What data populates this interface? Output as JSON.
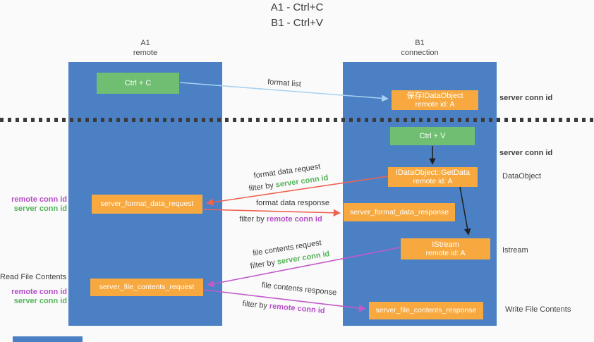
{
  "title": {
    "line1": "A1 - Ctrl+C",
    "line2": "B1 - Ctrl+V"
  },
  "columns": {
    "left": {
      "name": "A1",
      "role": "remote"
    },
    "right": {
      "name": "B1",
      "role": "connection"
    }
  },
  "nodes": {
    "ctrl_c": "Ctrl + C",
    "save_dataobject": "保存IDataObject",
    "save_dataobject_sub": "remote id: A",
    "ctrl_v": "Ctrl + V",
    "getdata": "IDataObject::GetData",
    "getdata_sub": "remote id: A",
    "format_request": "server_format_data_request",
    "format_response": "server_format_data_response",
    "istream": "IStream",
    "istream_sub": "remote id: A",
    "file_request": "server_file_contents_request",
    "file_response": "server_file_contents_response"
  },
  "labels": {
    "format_list": "format list",
    "filter_by": "filter by",
    "server_conn_id": "server conn id",
    "remote_conn_id": "remote conn id",
    "format_data_request": "format data request",
    "format_data_response": "format data response",
    "file_contents_request": "file contents request",
    "file_contents_response": "file contents response",
    "dataobject": "DataObject",
    "istream": "Istream",
    "read_file_contents": "Read File Contents",
    "write_file_contents": "Write File Contents"
  },
  "colors": {
    "column_blue": "#4b80c5",
    "box_green": "#6fbe72",
    "box_orange": "#f7a940",
    "arrow_red": "#ee6352",
    "arrow_magenta": "#c25ac9",
    "arrow_lightblue": "#a9d1f0",
    "arrow_black": "#222222",
    "label_green": "#55b35a",
    "label_purple": "#b44ec7"
  }
}
